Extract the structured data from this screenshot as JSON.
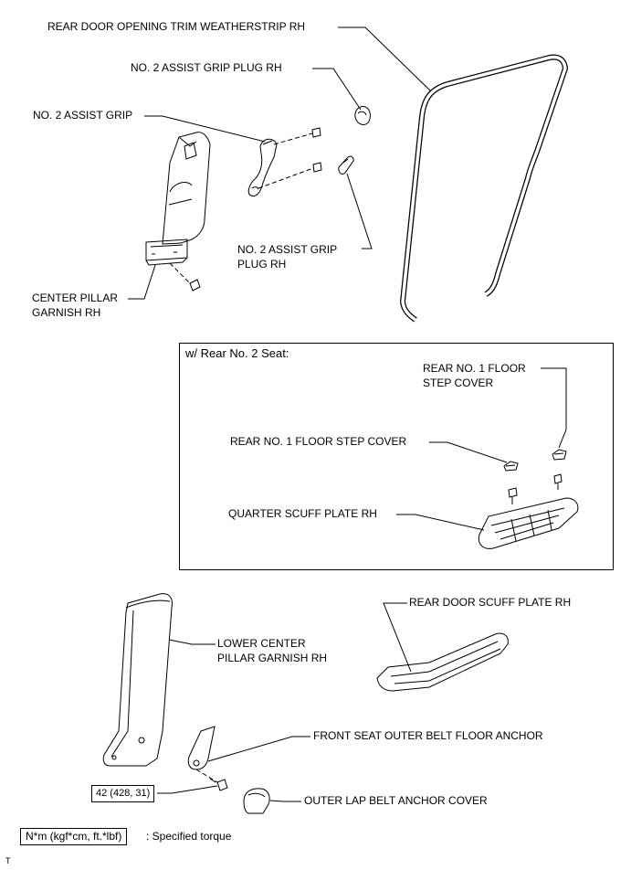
{
  "labels": {
    "rear_door_weatherstrip": "REAR DOOR OPENING TRIM WEATHERSTRIP RH",
    "assist_grip_plug_top": "NO. 2 ASSIST GRIP PLUG RH",
    "assist_grip": "NO. 2 ASSIST GRIP",
    "assist_grip_plug_lower_1": "NO. 2 ASSIST GRIP",
    "assist_grip_plug_lower_2": "PLUG RH",
    "center_pillar_garnish_1": "CENTER PILLAR",
    "center_pillar_garnish_2": "GARNISH RH",
    "inset_title": "w/ Rear No. 2 Seat:",
    "floor_step_cover_right_1": "REAR NO. 1 FLOOR",
    "floor_step_cover_right_2": "STEP COVER",
    "floor_step_cover_left": "REAR NO. 1 FLOOR STEP COVER",
    "quarter_scuff_plate": "QUARTER SCUFF PLATE RH",
    "rear_door_scuff_plate": "REAR DOOR SCUFF PLATE RH",
    "lower_center_pillar_1": "LOWER CENTER",
    "lower_center_pillar_2": "PILLAR GARNISH RH",
    "belt_floor_anchor": "FRONT SEAT OUTER BELT FLOOR ANCHOR",
    "lap_belt_anchor_cover": "OUTER LAP BELT ANCHOR COVER"
  },
  "torque": {
    "value": "42 (428, 31)"
  },
  "legend": {
    "unit": "N*m (kgf*cm, ft.*lbf)",
    "text": ": Specified torque"
  },
  "corner_mark": "T"
}
